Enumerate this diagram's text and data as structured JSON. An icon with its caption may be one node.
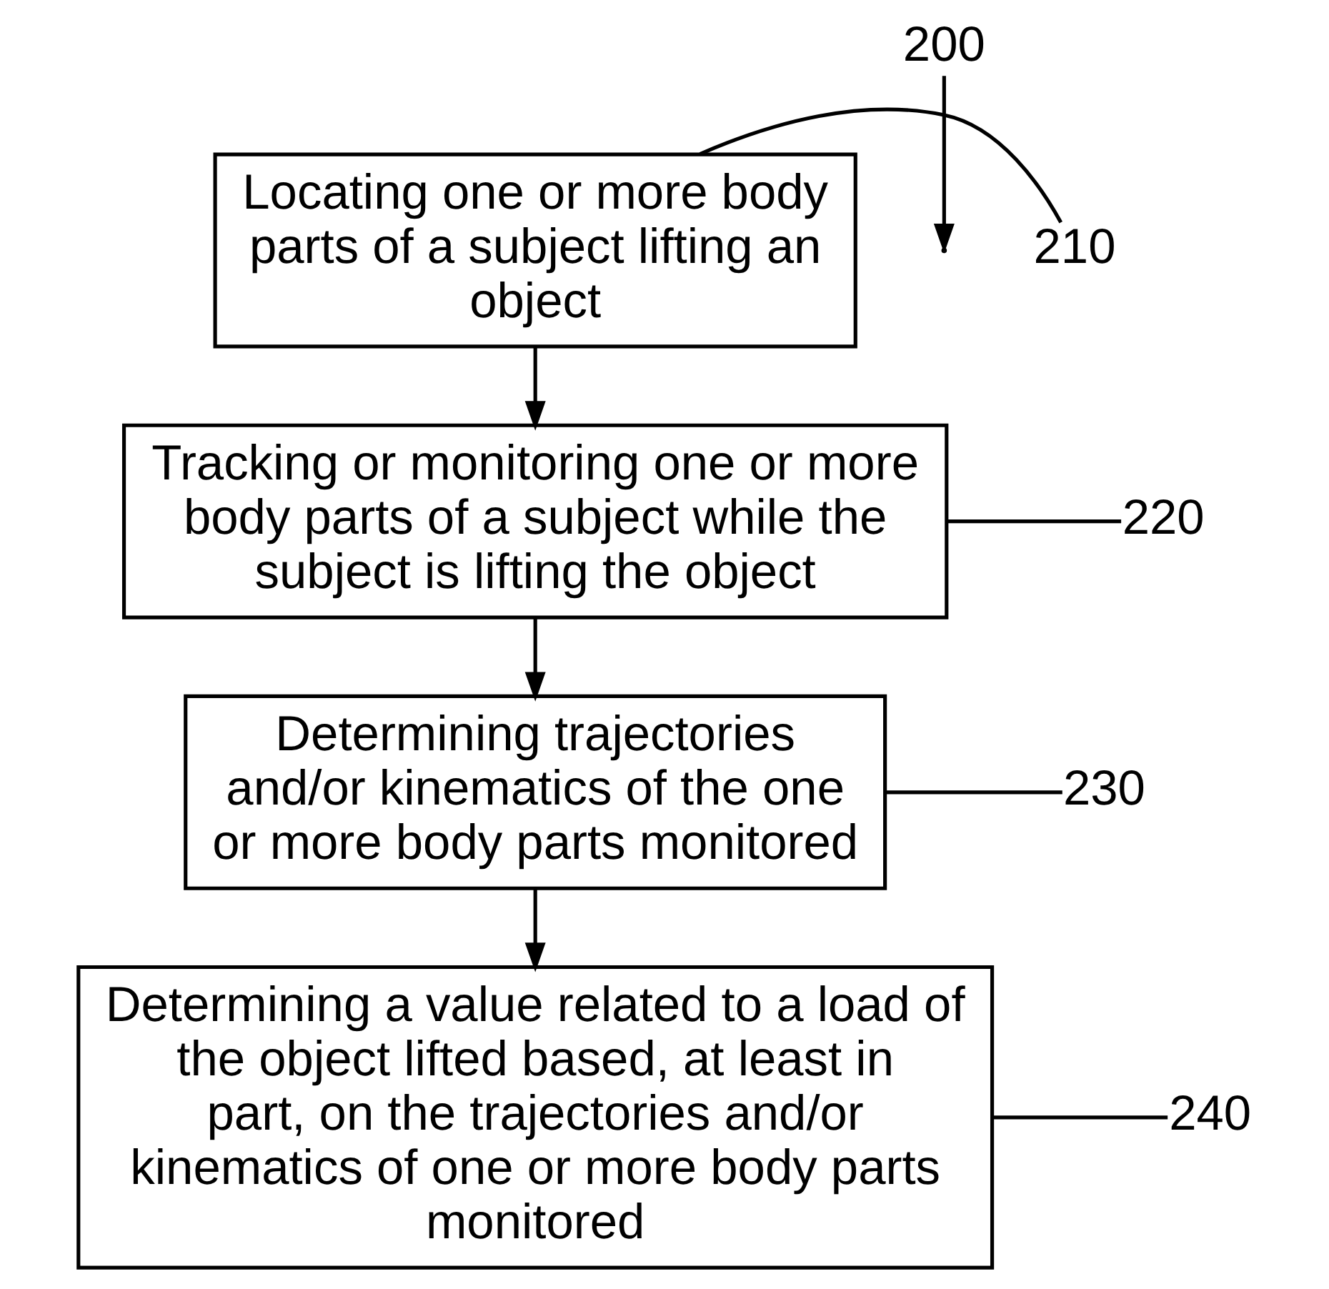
{
  "diagram": {
    "nodes": [
      {
        "text": [
          "200"
        ]
      },
      {
        "text": [
          "Locating one or more body parts of a subject lifting an object"
        ]
      },
      {
        "text": [
          "210"
        ]
      },
      {
        "text": [
          "Tracking or monitoring one or more body parts of a subject while the subject is lifting the object"
        ]
      },
      {
        "text": [
          "220"
        ]
      },
      {
        "text": [
          "Determining trajectories and/or kinematics of the one or more body parts monitored"
        ]
      },
      {
        "text": [
          "230"
        ]
      },
      {
        "text": [
          "Determining a value related to a load of the object lifted based, at least in part, on the trajectories and/or kinematics of one or more body parts monitored"
        ]
      },
      {
        "text": [
          "240"
        ]
      }
    ],
    "edges": [
      {
        "from": 0,
        "to": null,
        "arrow": "to"
      },
      {
        "from": 1,
        "to": 3,
        "arrow": "to"
      },
      {
        "from": 3,
        "to": 5,
        "arrow": "to"
      },
      {
        "from": 5,
        "to": 7,
        "arrow": "to"
      },
      {
        "from": 2,
        "to": 1,
        "arrow": "none"
      },
      {
        "from": 4,
        "to": 3,
        "arrow": "none"
      },
      {
        "from": 6,
        "to": 5,
        "arrow": "none"
      },
      {
        "from": 8,
        "to": 7,
        "arrow": "none"
      }
    ]
  }
}
